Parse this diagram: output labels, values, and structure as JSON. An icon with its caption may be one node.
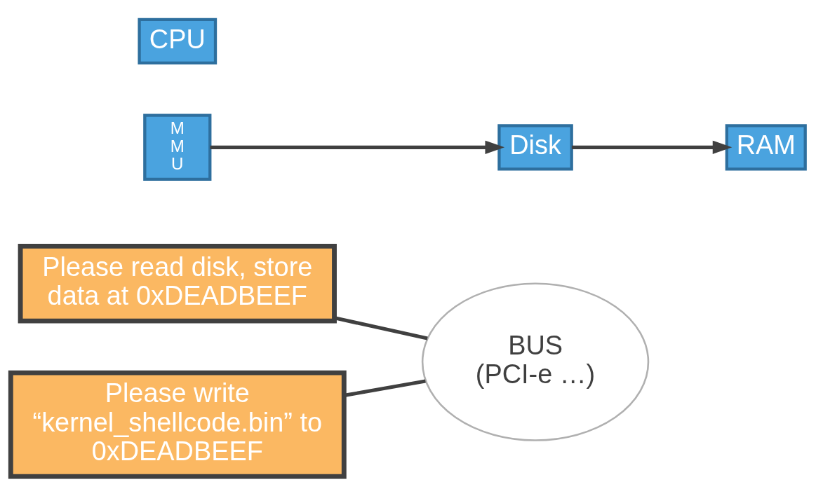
{
  "diagram": {
    "nodes": [
      {
        "text": [
          "Please read disk, store data at 0xDEADBEEF"
        ]
      },
      {
        "text": [
          "Disk"
        ]
      },
      {
        "text": [
          "CPU"
        ]
      },
      {
        "text": [
          "M M U"
        ]
      },
      {
        "text": [
          "BUS (PCI-e …)"
        ]
      },
      {
        "text": [
          "RAM"
        ]
      },
      {
        "text": [
          "Please write “kernel_shellcode.bin” to 0xDEADBEEF"
        ]
      }
    ],
    "edges": [
      {
        "from": 3,
        "to": 1,
        "arrow": "to"
      },
      {
        "from": 1,
        "to": 5,
        "arrow": "to"
      },
      {
        "from": 0,
        "to": 4,
        "arrow": "none"
      },
      {
        "from": 6,
        "to": 4,
        "arrow": "none"
      }
    ]
  }
}
